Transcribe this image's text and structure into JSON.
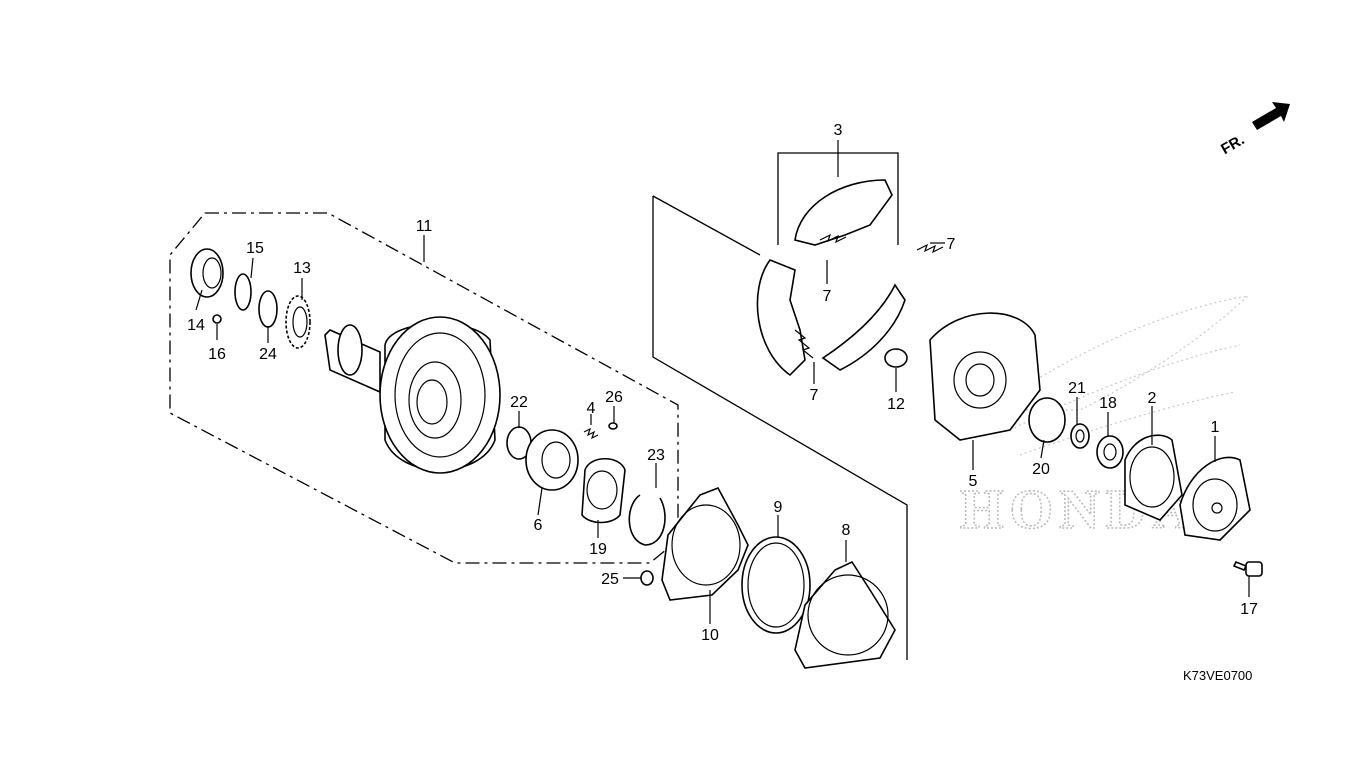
{
  "diagram": {
    "code": "K73VE0700",
    "direction_label": "FR.",
    "watermark": "HONDA",
    "callouts": [
      "1",
      "2",
      "3",
      "4",
      "5",
      "6",
      "7",
      "7",
      "7",
      "8",
      "9",
      "10",
      "11",
      "12",
      "13",
      "14",
      "15",
      "16",
      "17",
      "18",
      "19",
      "20",
      "21",
      "22",
      "23",
      "24",
      "25",
      "26"
    ]
  }
}
